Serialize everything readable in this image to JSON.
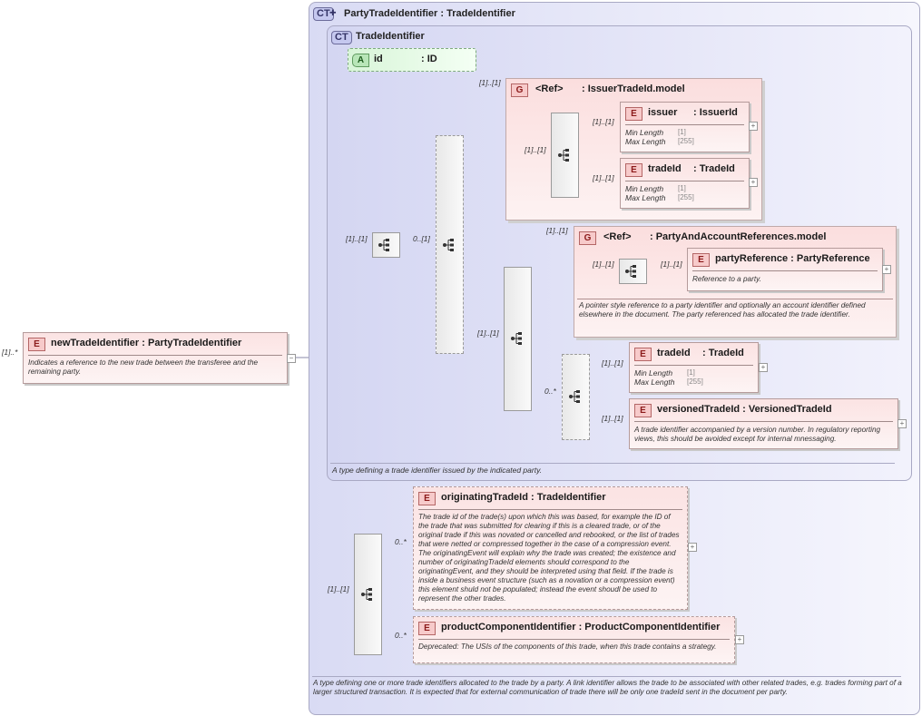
{
  "root": {
    "cardinality": "[1]..*",
    "tag": "E",
    "name": "newTradeIdentifier",
    "type": ": PartyTradeIdentifier",
    "doc": "Indicates a reference to the new trade between the transferee and the remaining party."
  },
  "outer": {
    "tag": "CT",
    "title": "PartyTradeIdentifier : TradeIdentifier",
    "doc": "A type defining one or more trade identifiers allocated to the trade by a party. A link identifier allows the trade to be associated with other related trades, e.g. trades forming part of a larger structured transaction. It is expected that for external communication of trade there will be only one tradeId sent in the document per party."
  },
  "inner": {
    "tag": "CT",
    "title": "TradeIdentifier",
    "doc": "A type defining a trade identifier issued by the indicated party."
  },
  "attribute": {
    "tag": "A",
    "name": "id",
    "type": ": ID"
  },
  "facets": {
    "min_label": "Min Length",
    "max_label": "Max Length",
    "min_value": "[1]",
    "max_value": "[255]"
  },
  "group_issuer": {
    "cardinality": "[1]..[1]",
    "tag": "G",
    "ref": "<Ref>",
    "name": ": IssuerTradeId.model",
    "seq_card": "[1]..[1]",
    "issuer": {
      "card": "[1]..[1]",
      "tag": "E",
      "name": "issuer",
      "type": ": IssuerId"
    },
    "tradeId": {
      "card": "[1]..[1]",
      "tag": "E",
      "name": "tradeId",
      "type": ": TradeId"
    }
  },
  "group_party": {
    "cardinality": "[1]..[1]",
    "tag": "G",
    "ref": "<Ref>",
    "name": ": PartyAndAccountReferences.model",
    "seq_card": "[1]..[1]",
    "partyReference": {
      "card": "[1]..[1]",
      "tag": "E",
      "name": "partyReference",
      "type": ": PartyReference",
      "doc": "Reference to a party."
    },
    "doc": "A pointer style reference to a party identifier and optionally an account identifier defined elsewhere in the document. The party referenced has allocated the trade identifier."
  },
  "choice_card_left": "[1]..[1]",
  "choice_card_mid": "0..[1]",
  "seq2_card": "[1]..[1]",
  "choice2_card": "0..*",
  "tradeId2": {
    "card": "[1]..[1]",
    "tag": "E",
    "name": "tradeId",
    "type": ": TradeId"
  },
  "versionedTradeId": {
    "card": "[1]..[1]",
    "tag": "E",
    "name": "versionedTradeId",
    "type": ": VersionedTradeId",
    "doc": "A trade identifier accompanied by a version number. In regulatory reporting views, this should be avoided except for internal mnessaging."
  },
  "seq_bottom_card": "[1]..[1]",
  "originatingTradeId": {
    "card": "0..*",
    "tag": "E",
    "name": "originatingTradeId",
    "type": ": TradeIdentifier",
    "doc": "The trade id of the trade(s) upon which this was based, for example the ID of the trade that was submitted for clearing if this is a cleared trade, or of the original trade if this was novated or cancelled and rebooked, or the list of trades that were netted or compressed together in the case of a compression event. The originatingEvent will explain why the trade was created; the existence and number of originatingTradeId elements should correspond to the originatingEvent, and they should be interpreted using that field. If the trade is inside a business event structure (such as a novation or a compression event) this element shuld not be populated; instead the event shoudl be used to represent the other trades."
  },
  "productComponentIdentifier": {
    "card": "0..*",
    "tag": "E",
    "name": "productComponentIdentifier",
    "type": ": ProductComponentIdentifier",
    "doc": "Deprecated: The USIs of the components of this trade, when this trade contains a strategy."
  },
  "icons": {
    "expand": "plus-icon",
    "sequence": "sequence-icon",
    "choice": "choice-icon"
  },
  "colors": {
    "element_fill": "#fbe3e3",
    "complex_type_fill": "#d9dbf4",
    "attribute_fill": "#d8f5d8"
  }
}
